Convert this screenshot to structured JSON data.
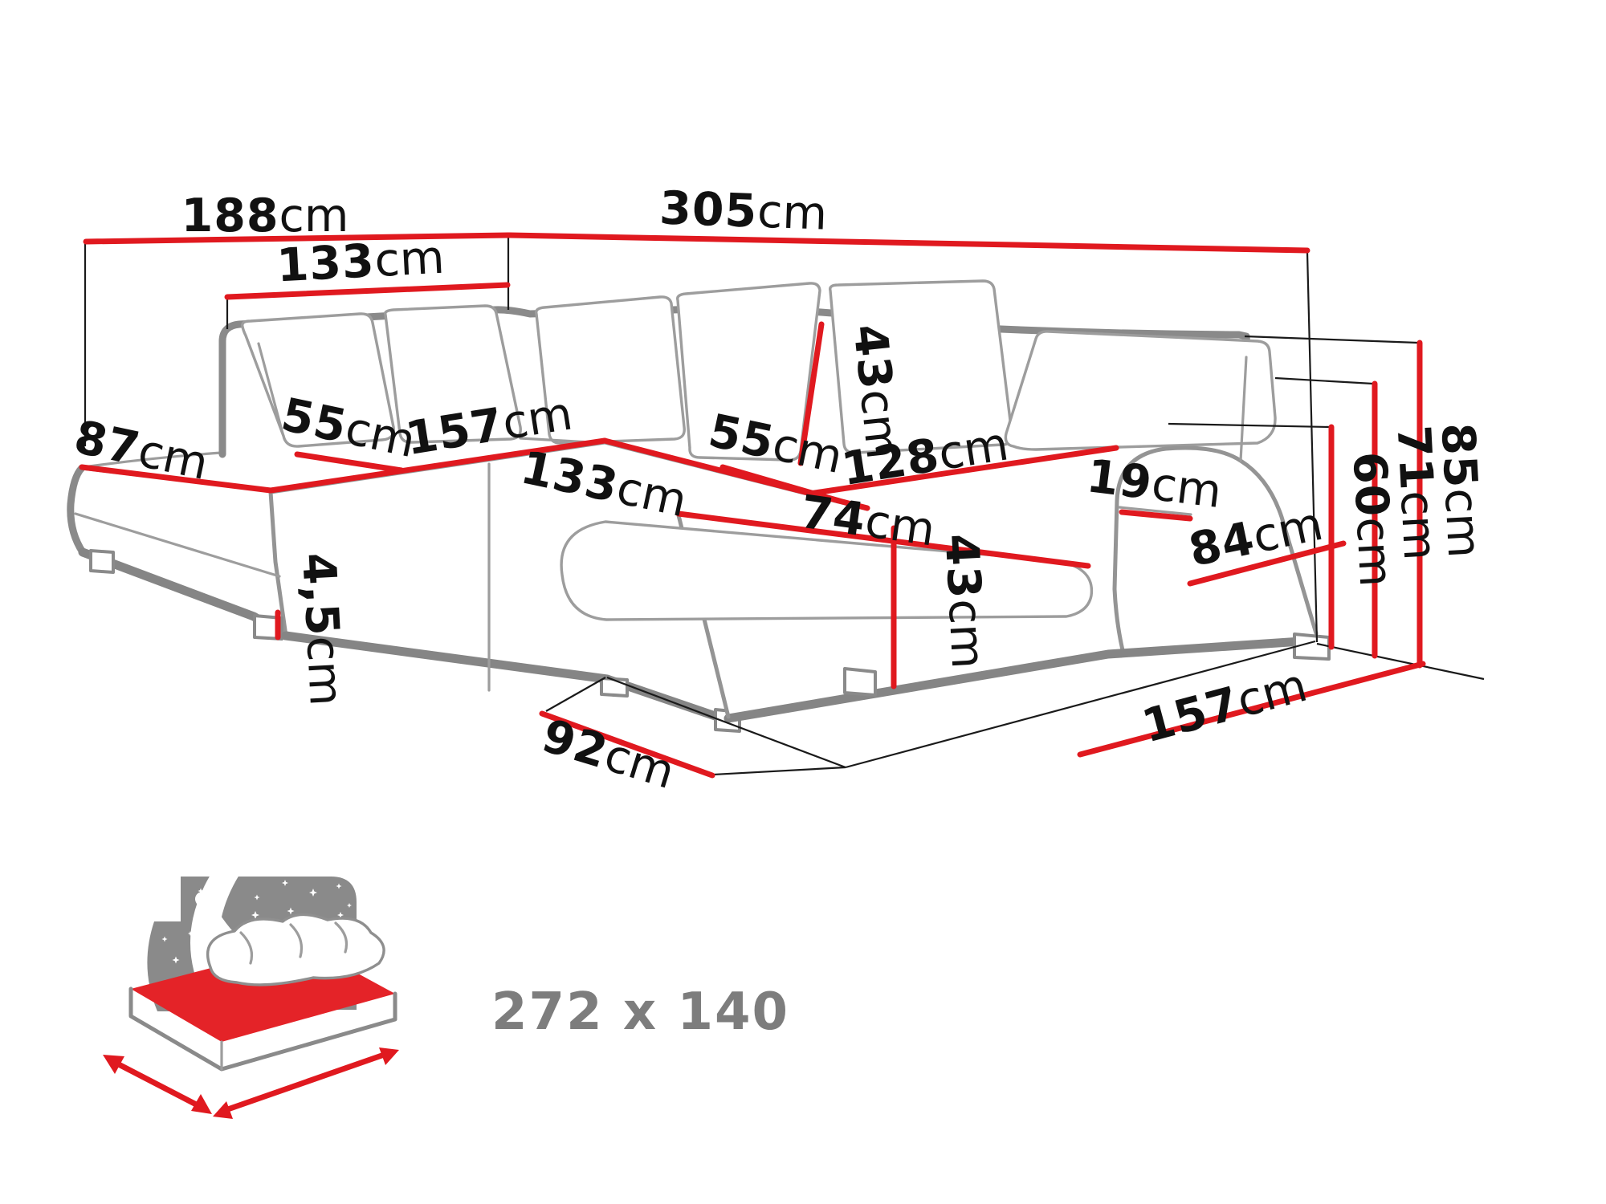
{
  "diagram": {
    "accent_color": "#e0191f",
    "line_color": "#8a8a8a",
    "dimensions": {
      "back_width_left": {
        "value": "188",
        "unit": "cm"
      },
      "back_width_right": {
        "value": "305",
        "unit": "cm"
      },
      "inner_back_left": {
        "value": "133",
        "unit": "cm"
      },
      "chaise_left_width": {
        "value": "87",
        "unit": "cm"
      },
      "seat_depth_left": {
        "value": "55",
        "unit": "cm"
      },
      "seat_length_left": {
        "value": "157",
        "unit": "cm"
      },
      "backrest_height": {
        "value": "43",
        "unit": "cm"
      },
      "seat_front_middle": {
        "value": "133",
        "unit": "cm"
      },
      "seat_depth_right": {
        "value": "55",
        "unit": "cm"
      },
      "seat_length_right": {
        "value": "128",
        "unit": "cm"
      },
      "ottoman_width": {
        "value": "74",
        "unit": "cm"
      },
      "ottoman_height": {
        "value": "43",
        "unit": "cm"
      },
      "armrest_width": {
        "value": "19",
        "unit": "cm"
      },
      "armrest_depth": {
        "value": "84",
        "unit": "cm"
      },
      "armrest_height": {
        "value": "60",
        "unit": "cm"
      },
      "backrest_top_height": {
        "value": "71",
        "unit": "cm"
      },
      "total_height": {
        "value": "85",
        "unit": "cm"
      },
      "ottoman_floor_depth": {
        "value": "92",
        "unit": "cm"
      },
      "right_side_length": {
        "value": "157",
        "unit": "cm"
      },
      "leg_height": {
        "value": "4,5",
        "unit": "cm"
      }
    },
    "sleeping_area": {
      "label": "272 x 140"
    }
  }
}
